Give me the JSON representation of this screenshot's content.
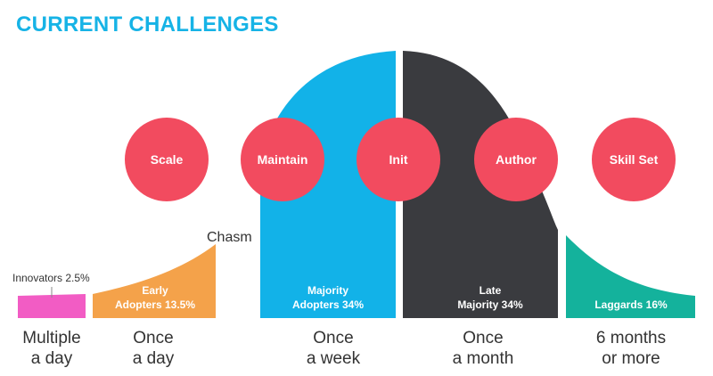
{
  "title": "CURRENT CHALLENGES",
  "chasm_label": "Chasm",
  "segments": [
    {
      "label_line1": "Innovators 2.5%",
      "label_line2": "",
      "color": "#f25cc4"
    },
    {
      "label_line1": "Early",
      "label_line2": "Adopters 13.5%",
      "color": "#f4a24a"
    },
    {
      "label_line1": "Majority",
      "label_line2": "Adopters 34%",
      "color": "#12b2e8"
    },
    {
      "label_line1": "Late",
      "label_line2": "Majority 34%",
      "color": "#3a3b3f"
    },
    {
      "label_line1": "Laggards 16%",
      "label_line2": "",
      "color": "#14b29c"
    }
  ],
  "challenges": [
    {
      "label": "Scale"
    },
    {
      "label": "Maintain"
    },
    {
      "label": "Init"
    },
    {
      "label": "Author"
    },
    {
      "label": "Skill Set"
    }
  ],
  "frequencies": [
    {
      "line1": "Multiple",
      "line2": "a day"
    },
    {
      "line1": "Once",
      "line2": "a day"
    },
    {
      "line1": "Once",
      "line2": "a week"
    },
    {
      "line1": "Once",
      "line2": "a month"
    },
    {
      "line1": "6 months",
      "line2": "or more"
    }
  ],
  "colors": {
    "title": "#16b3e6",
    "circle": "#f24b5f"
  }
}
